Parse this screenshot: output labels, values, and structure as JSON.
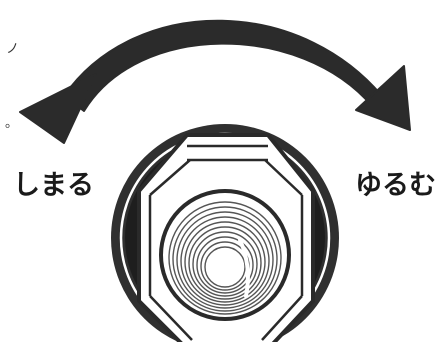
{
  "labels": {
    "tighten": "しまる",
    "loosen": "ゆるむ"
  },
  "edge_marks": {
    "upper": "ノ",
    "lower": "。"
  },
  "colors": {
    "arrow": "#2b2b2b",
    "fitting_outer": "#303030",
    "fitting_face": "#ffffff",
    "thread": "#555555",
    "text": "#1a1a1a"
  },
  "icons": {
    "arrow": "curved-double-arrow-icon",
    "fitting": "hex-pipe-fitting-icon"
  }
}
